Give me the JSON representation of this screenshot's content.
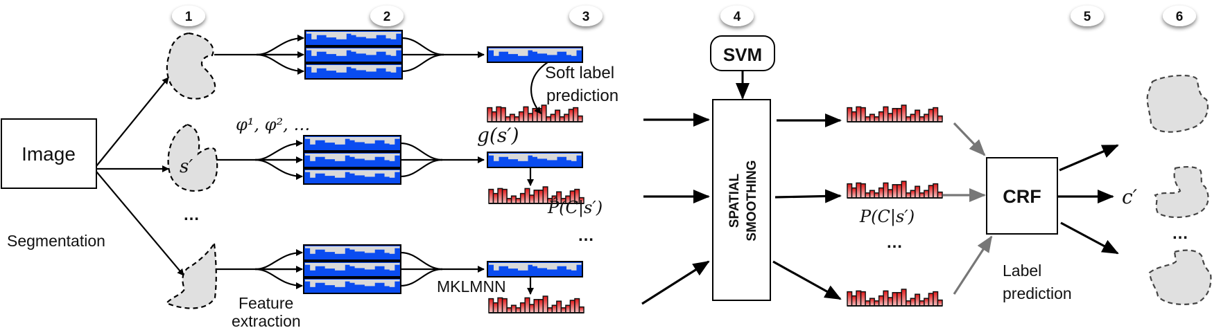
{
  "title": "Image parsing pipeline: segmentation, feature extraction, soft label prediction, spatial smoothing, CRF label prediction",
  "steps": [
    {
      "number": "1"
    },
    {
      "number": "2"
    },
    {
      "number": "3"
    },
    {
      "number": "4"
    },
    {
      "number": "5"
    },
    {
      "number": "6"
    }
  ],
  "labels": {
    "image": "Image",
    "segmentation": "Segmentation",
    "feature_extraction_line1": "Feature",
    "feature_extraction_line2": "extraction",
    "features_math": "φ¹, φ², …",
    "segment_math": "s′",
    "g_math": "g(s′)",
    "soft_label_line1": "Soft label",
    "soft_label_line2": "prediction",
    "p_hat_math": "P̂(C|s′)",
    "mklmnn": "MKLMNN",
    "svm": "SVM",
    "spatial_line1": "SPATIAL",
    "spatial_line2": "SMOOTHING",
    "p_math": "P(C|s′)",
    "crf": "CRF",
    "label_pred_line1": "Label",
    "label_pred_line2": "prediction",
    "c_math": "c′",
    "ellipsis": "…"
  },
  "histogram_profile": [
    0.85,
    0.6,
    0.9,
    0.85,
    0.3,
    0.45,
    0.3,
    0.6,
    0.9,
    0.5,
    0.8,
    0.8,
    1.0,
    0.3,
    0.45,
    0.7,
    0.3,
    0.45,
    0.75,
    0.85,
    0.35
  ],
  "feature_profile": [
    0.2,
    0.8,
    0.35,
    0.35,
    0.6,
    0.6,
    0.8,
    0.8,
    0.2,
    0.35,
    0.55,
    0.55,
    0.7,
    0.7,
    0.35,
    0.35,
    0.7,
    0.8,
    0.2
  ],
  "colors": {
    "feature_blue": "#0a4cf0",
    "feature_gray": "#d9d9d9",
    "hist_red": "#e02020",
    "segment_fill": "#e0e0e0",
    "gray_arrow": "#777777"
  }
}
